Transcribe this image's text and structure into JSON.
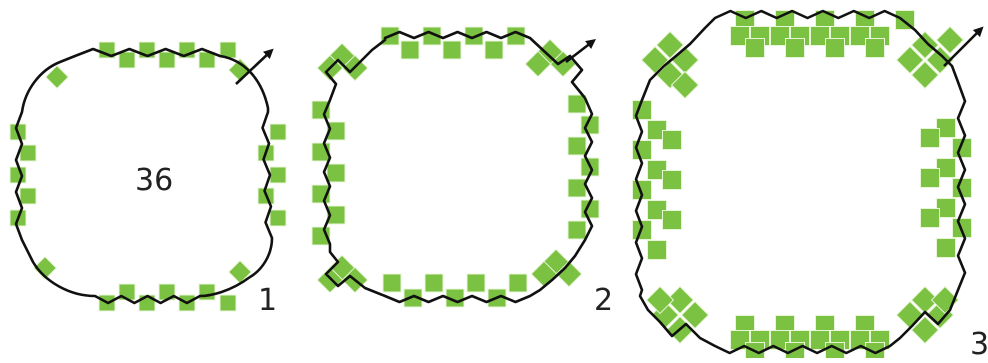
{
  "center_number": "36",
  "rings": [
    {
      "label": "1"
    },
    {
      "label": "2"
    },
    {
      "label": "3"
    }
  ],
  "colors": {
    "tile_fill": "#7cc242",
    "tile_stroke": "#5a9a2c",
    "tile_seam": "#e8f5d8",
    "path": "#111111"
  }
}
